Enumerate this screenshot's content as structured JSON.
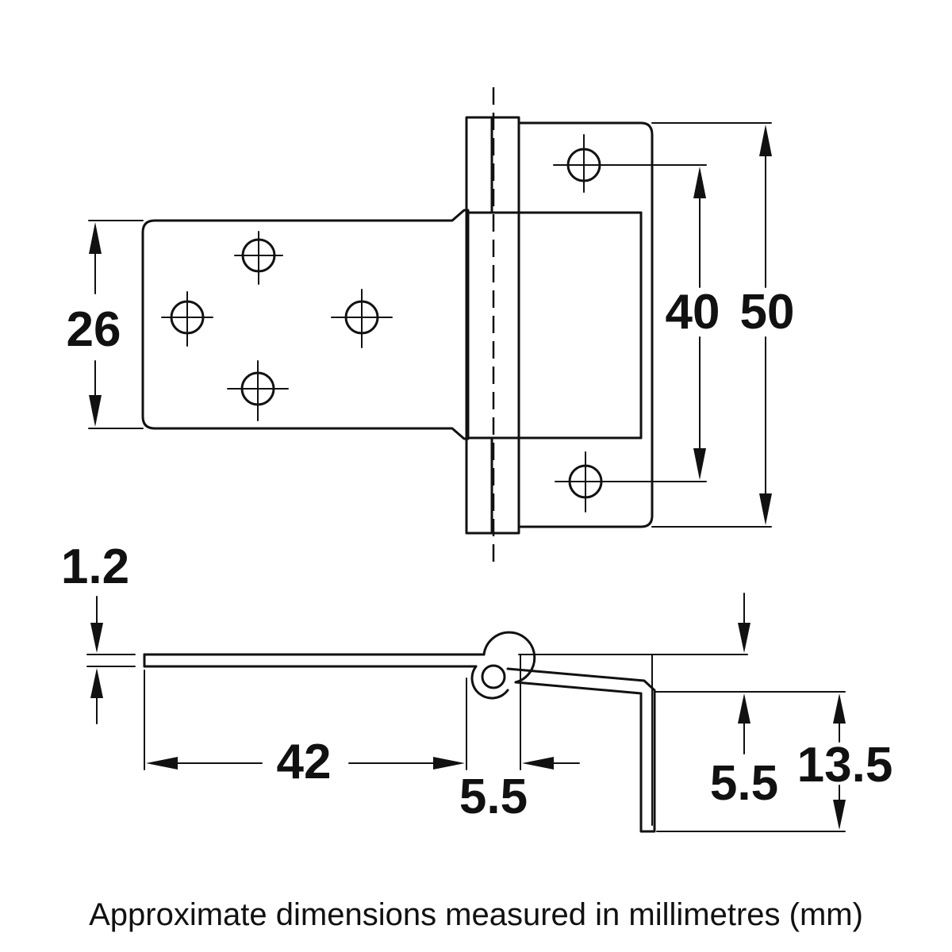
{
  "dimensions": {
    "leaf_width": "26",
    "hole_spacing": "40",
    "total_height": "50",
    "thickness": "1.2",
    "leaf_length": "42",
    "knuckle_offset_left": "5.5",
    "knuckle_offset_right": "5.5",
    "cranked_depth": "13.5"
  },
  "caption": "Approximate dimensions measured in millimetres (mm)",
  "colors": {
    "line": "#111111",
    "background": "#ffffff"
  }
}
